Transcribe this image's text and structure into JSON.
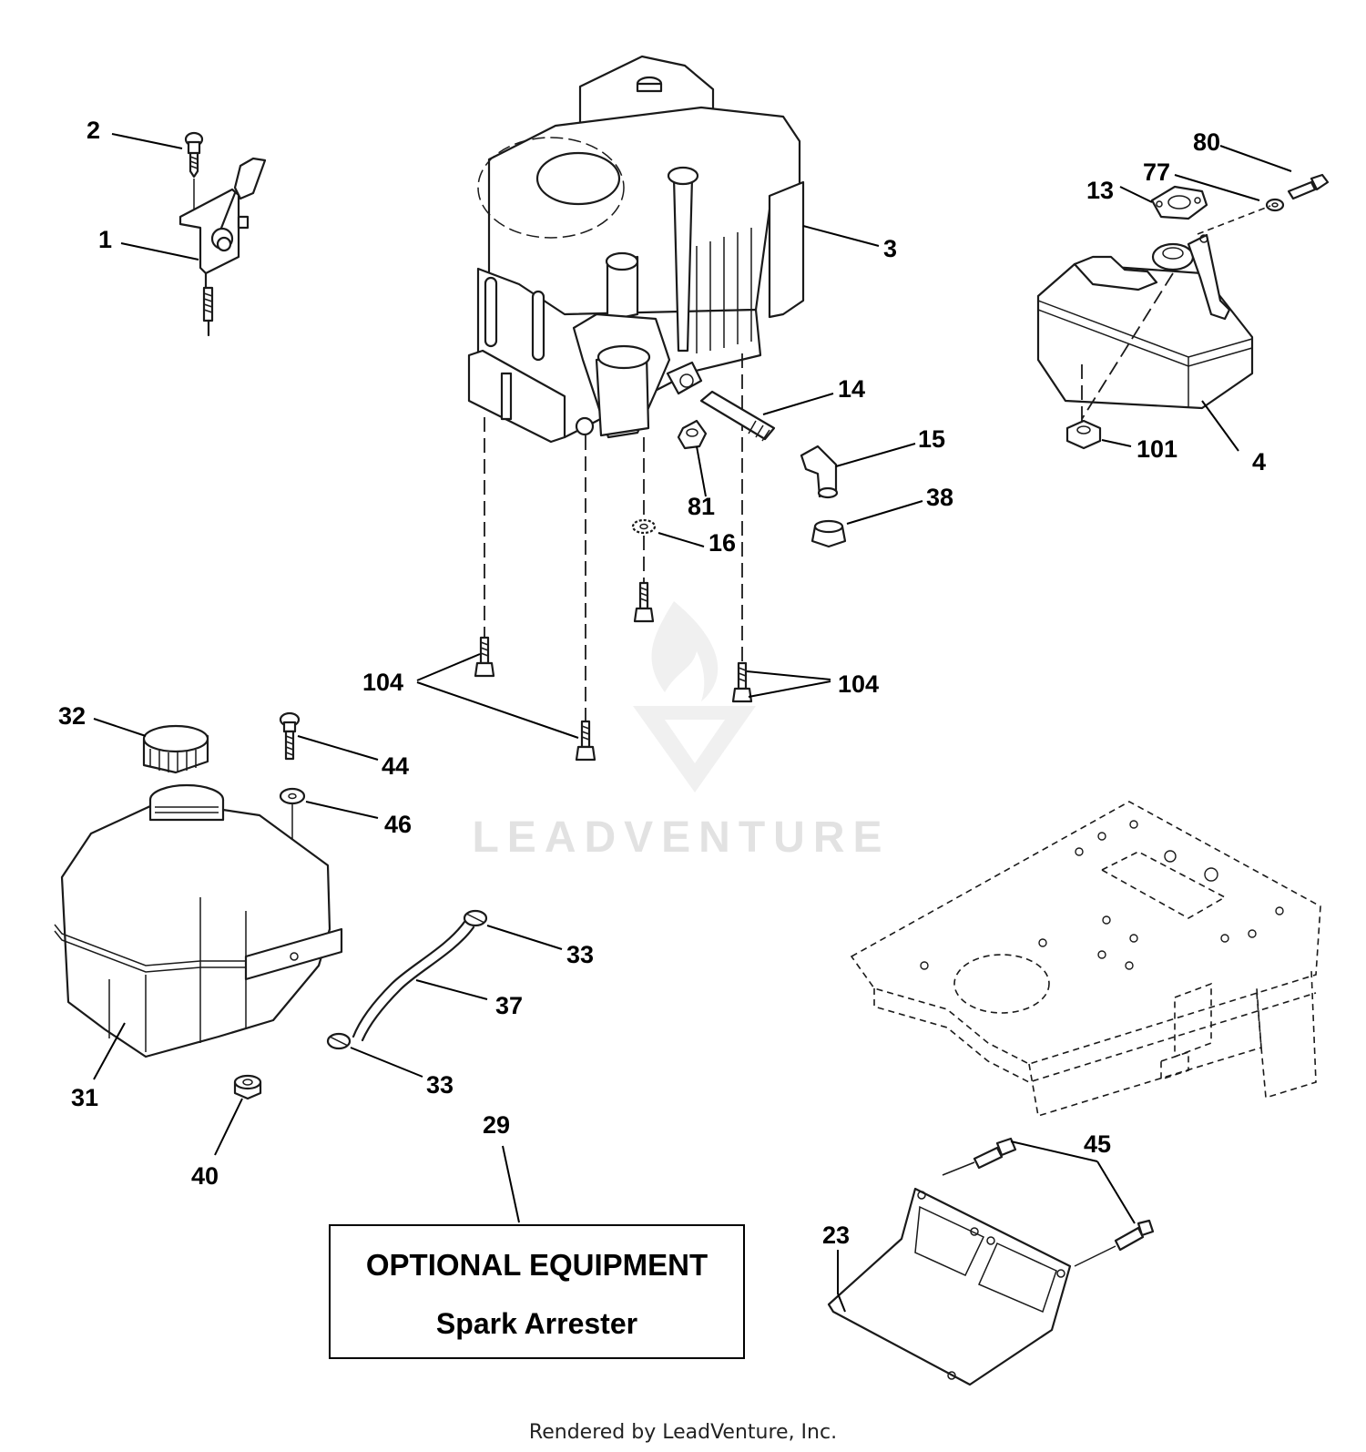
{
  "callouts": [
    {
      "id": "1",
      "label": "1"
    },
    {
      "id": "2",
      "label": "2"
    },
    {
      "id": "3",
      "label": "3"
    },
    {
      "id": "4",
      "label": "4"
    },
    {
      "id": "13",
      "label": "13"
    },
    {
      "id": "14",
      "label": "14"
    },
    {
      "id": "15",
      "label": "15"
    },
    {
      "id": "16",
      "label": "16"
    },
    {
      "id": "23",
      "label": "23"
    },
    {
      "id": "29",
      "label": "29"
    },
    {
      "id": "31",
      "label": "31"
    },
    {
      "id": "32",
      "label": "32"
    },
    {
      "id": "33a",
      "label": "33"
    },
    {
      "id": "33b",
      "label": "33"
    },
    {
      "id": "37",
      "label": "37"
    },
    {
      "id": "38",
      "label": "38"
    },
    {
      "id": "40",
      "label": "40"
    },
    {
      "id": "44",
      "label": "44"
    },
    {
      "id": "45",
      "label": "45"
    },
    {
      "id": "46",
      "label": "46"
    },
    {
      "id": "77",
      "label": "77"
    },
    {
      "id": "80",
      "label": "80"
    },
    {
      "id": "81",
      "label": "81"
    },
    {
      "id": "101",
      "label": "101"
    },
    {
      "id": "104a",
      "label": "104"
    },
    {
      "id": "104b",
      "label": "104"
    }
  ],
  "optional_box": {
    "title": "OPTIONAL EQUIPMENT",
    "subtitle": "Spark Arrester"
  },
  "watermark": {
    "text": "LEADVENTURE"
  },
  "footer": {
    "credit": "Rendered by LeadVenture, Inc."
  }
}
